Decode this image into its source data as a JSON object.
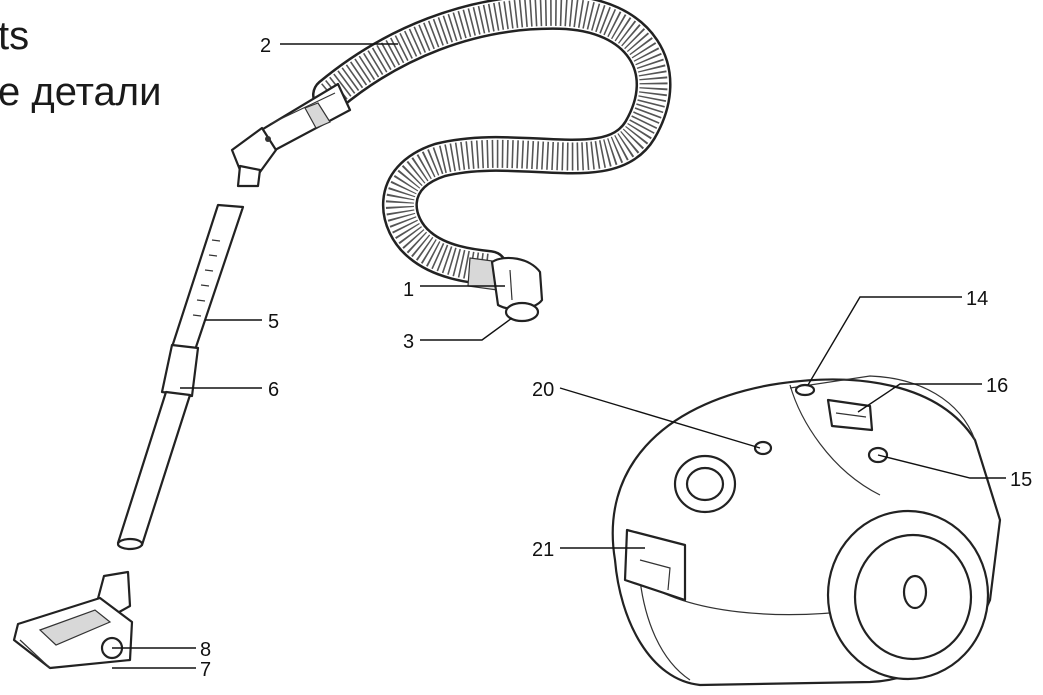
{
  "heading": {
    "line1": "ts",
    "line2": "е детали"
  },
  "callouts": [
    "1",
    "2",
    "3",
    "5",
    "6",
    "8",
    "7",
    "14",
    "16",
    "15",
    "20",
    "21"
  ]
}
